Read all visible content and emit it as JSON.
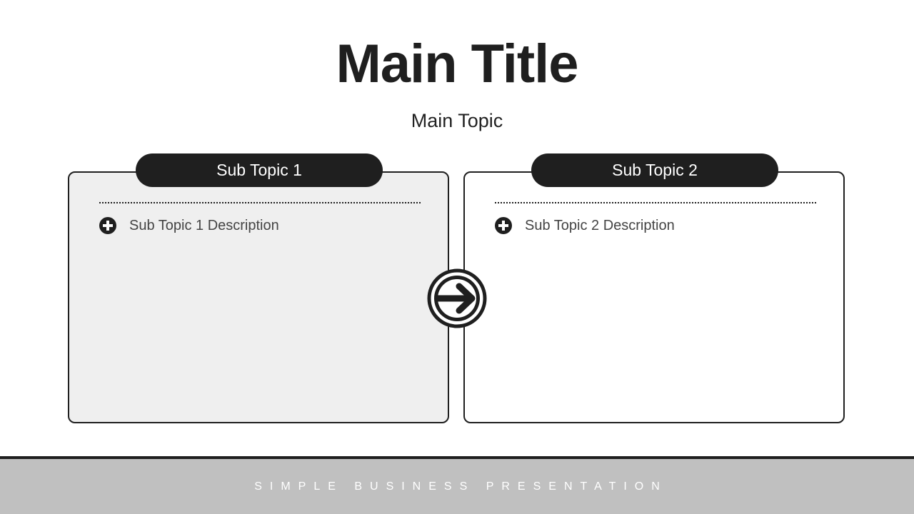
{
  "slide": {
    "title": "Main Title",
    "subtitle": "Main Topic",
    "footer": "SIMPLE BUSINESS PRESENTATION"
  },
  "cards": [
    {
      "header": "Sub Topic 1",
      "description": "Sub Topic 1 Description",
      "icon": "plus-circle-icon",
      "background": "#efefef"
    },
    {
      "header": "Sub Topic 2",
      "description": "Sub Topic 2 Description",
      "icon": "plus-circle-icon",
      "background": "#ffffff"
    }
  ],
  "connector": {
    "icon": "arrow-right-circle-icon"
  },
  "colors": {
    "primary": "#1f1f1f",
    "footer_bg": "#c0c0c0",
    "card_left_bg": "#efefef"
  }
}
